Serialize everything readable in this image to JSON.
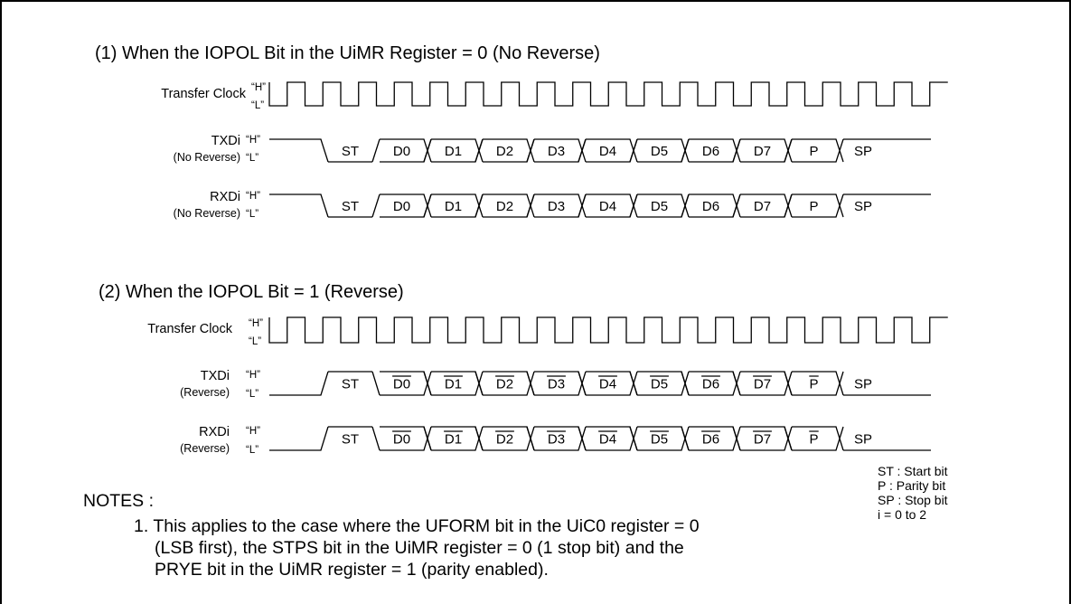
{
  "section1": {
    "title": "(1) When the IOPOL Bit in the UiMR Register = 0 (No Reverse)",
    "signals": [
      {
        "name": "Transfer Clock",
        "sub": "",
        "high": "“H”",
        "low": "“L”"
      },
      {
        "name": "TXDi",
        "sub": "(No Reverse)",
        "high": "“H”",
        "low": "“L”"
      },
      {
        "name": "RXDi",
        "sub": "(No Reverse)",
        "high": "“H”",
        "low": "“L”"
      }
    ]
  },
  "section2": {
    "title": "(2) When the IOPOL Bit = 1 (Reverse)",
    "signals": [
      {
        "name": "Transfer Clock",
        "sub": "",
        "high": "“H”",
        "low": "“L”"
      },
      {
        "name": "TXDi",
        "sub": "(Reverse)",
        "high": "“H”",
        "low": "“L”"
      },
      {
        "name": "RXDi",
        "sub": "(Reverse)",
        "high": "“H”",
        "low": "“L”"
      }
    ]
  },
  "frame_bits": [
    "ST",
    "D0",
    "D1",
    "D2",
    "D3",
    "D4",
    "D5",
    "D6",
    "D7",
    "P",
    "SP"
  ],
  "inverted_bits": [
    "D0",
    "D1",
    "D2",
    "D3",
    "D4",
    "D5",
    "D6",
    "D7",
    "P"
  ],
  "notes": {
    "heading": "NOTES :",
    "lines": [
      "1. This applies to the case where the UFORM bit in the UiC0 register = 0",
      "(LSB first), the STPS bit in the UiMR register = 0 (1 stop bit) and the",
      "PRYE bit in the UiMR register = 1 (parity enabled)."
    ]
  },
  "legend": [
    "ST : Start bit",
    "P : Parity bit",
    "SP : Stop bit",
    "i = 0 to 2"
  ]
}
